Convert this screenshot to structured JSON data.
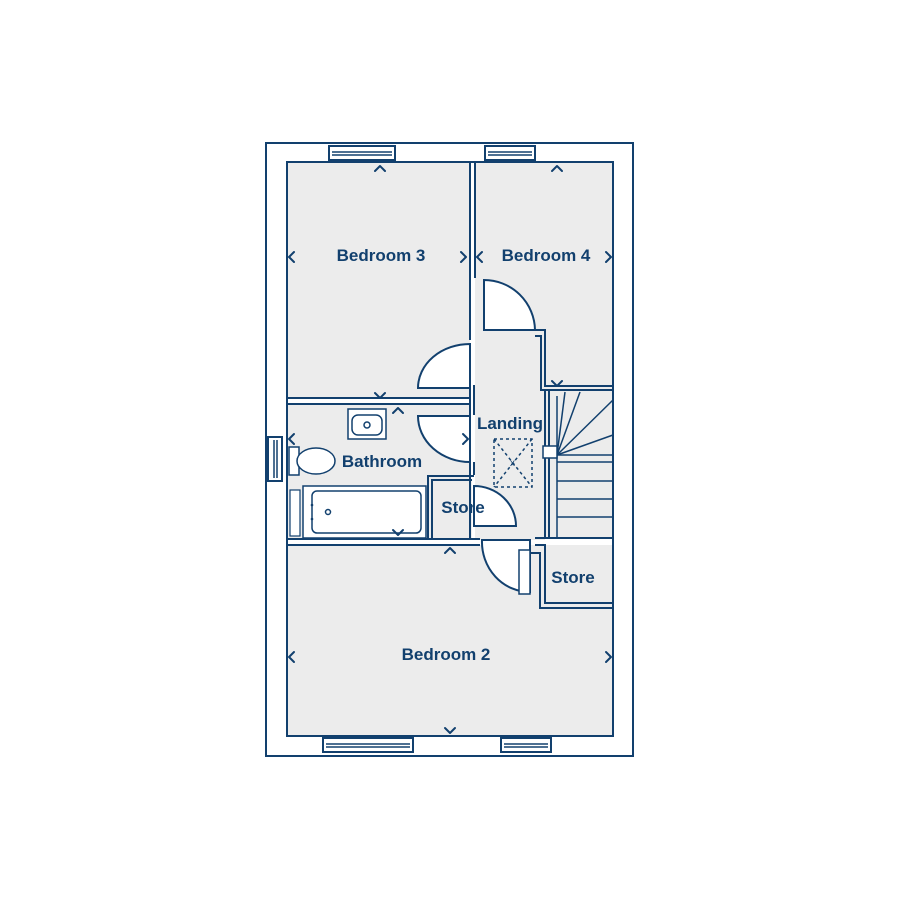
{
  "colors": {
    "ink": "#12406e",
    "room_fill": "#ececec"
  },
  "rooms": {
    "bedroom3": "Bedroom 3",
    "bedroom4": "Bedroom 4",
    "landing": "Landing",
    "bathroom": "Bathroom",
    "store_landing": "Store",
    "store_stairs": "Store",
    "bedroom2": "Bedroom 2"
  },
  "loft_hatch_mark": "x"
}
